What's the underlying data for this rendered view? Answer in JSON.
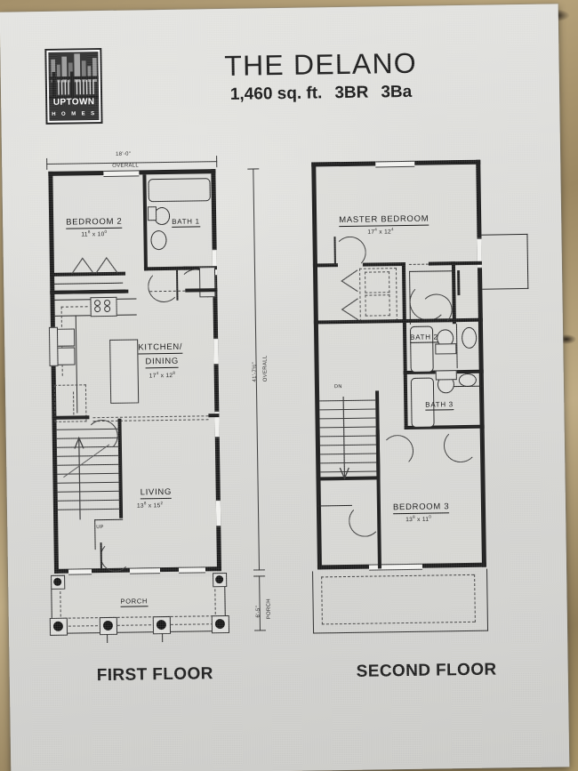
{
  "document": {
    "kind": "floor-plan-brochure",
    "paper_color": "#dcdcd9",
    "ink_color": "#151515",
    "background": "granite-countertop"
  },
  "header": {
    "logo": {
      "line1": "UPTOWN",
      "line2": "H O M E S",
      "graphic": "city-skyline"
    },
    "title": "THE DELANO",
    "subtitle_area": "1,460 sq. ft.",
    "subtitle_beds": "3BR",
    "subtitle_baths": "3Ba"
  },
  "floors": [
    {
      "id": "first",
      "caption": "FIRST FLOOR",
      "dimensions": {
        "width_value": "18'-0\"",
        "width_note": "OVERALL",
        "depth_value": "41'-7½\"",
        "depth_note": "OVERALL",
        "porch_value": "6'-5\"",
        "porch_note": "PORCH"
      },
      "rooms": [
        {
          "name": "BEDROOM 2",
          "dim_w": "11",
          "dim_w_sup": "8",
          "dim_h": "10",
          "dim_h_sup": "0"
        },
        {
          "name": "BATH 1",
          "dim_w": "",
          "dim_w_sup": "",
          "dim_h": "",
          "dim_h_sup": ""
        },
        {
          "name": "KITCHEN/",
          "name2": "DINING",
          "dim_w": "17",
          "dim_w_sup": "4",
          "dim_h": "12",
          "dim_h_sup": "8"
        },
        {
          "name": "LIVING",
          "dim_w": "13",
          "dim_w_sup": "8",
          "dim_h": "15",
          "dim_h_sup": "2"
        },
        {
          "name": "PORCH",
          "dim_w": "",
          "dim_w_sup": "",
          "dim_h": "",
          "dim_h_sup": ""
        }
      ],
      "annotations": [
        "UP"
      ],
      "fixtures": [
        "bathtub",
        "toilet",
        "lavatory",
        "cooktop",
        "kitchen-sink",
        "refrigerator",
        "kitchen-island",
        "stair-run",
        "porch-columns"
      ]
    },
    {
      "id": "second",
      "caption": "SECOND FLOOR",
      "rooms": [
        {
          "name": "MASTER BEDROOM",
          "dim_w": "17",
          "dim_w_sup": "4",
          "dim_h": "12",
          "dim_h_sup": "4"
        },
        {
          "name": "BATH 2",
          "dim_w": "",
          "dim_w_sup": "",
          "dim_h": "",
          "dim_h_sup": ""
        },
        {
          "name": "BATH 3",
          "dim_w": "",
          "dim_w_sup": "",
          "dim_h": "",
          "dim_h_sup": ""
        },
        {
          "name": "BEDROOM 3",
          "dim_w": "13",
          "dim_w_sup": "8",
          "dim_h": "11",
          "dim_h_sup": "0"
        }
      ],
      "annotations": [
        "DN"
      ],
      "fixtures": [
        "bathtub",
        "toilet",
        "lavatory",
        "washer-dryer-closet",
        "stair-run",
        "porch-outline-below"
      ]
    }
  ]
}
